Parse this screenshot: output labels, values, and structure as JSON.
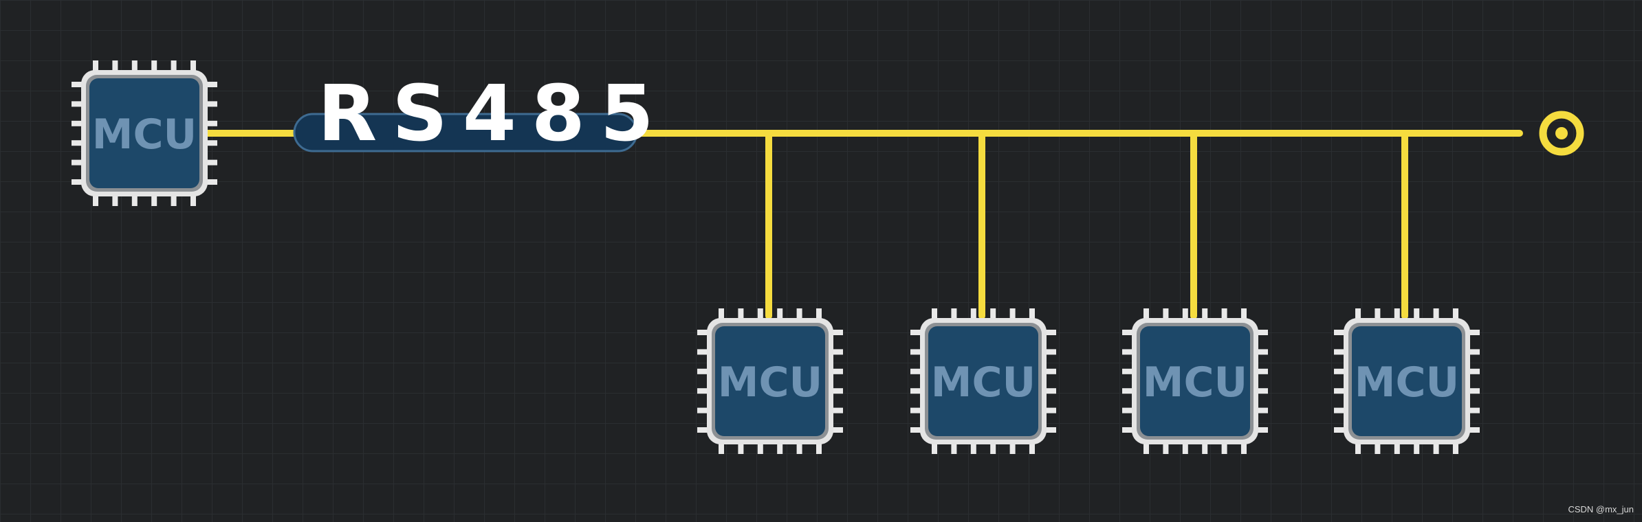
{
  "diagram": {
    "bus_label": "RS485",
    "master": {
      "label": "MCU"
    },
    "slaves": [
      {
        "label": "MCU"
      },
      {
        "label": "MCU"
      },
      {
        "label": "MCU"
      },
      {
        "label": "MCU"
      }
    ],
    "watermark": "CSDN @mx_jun"
  },
  "colors": {
    "background": "#202224",
    "grid": "#2b2e31",
    "bus_line": "#f5dc3f",
    "chip_body": "#1d4869",
    "chip_frame": "#e4e4e4",
    "chip_text": "#6f93b3",
    "label_pill": "#143553"
  }
}
